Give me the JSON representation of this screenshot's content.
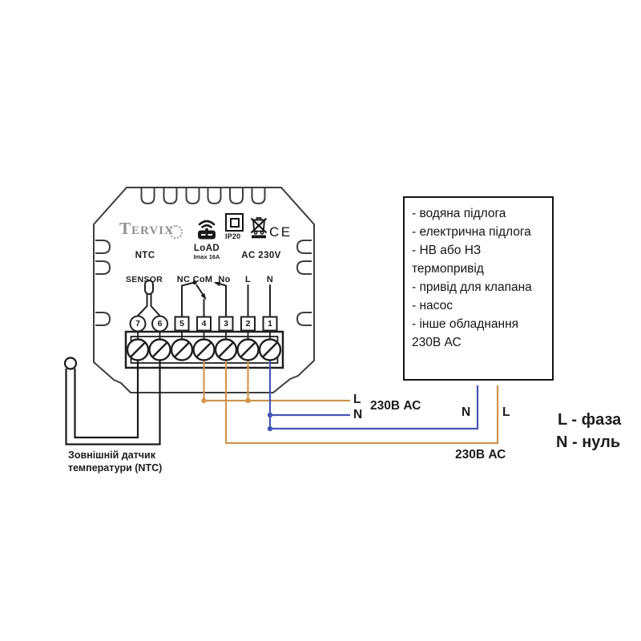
{
  "device": {
    "brand": "Tervix",
    "ip_rating": "IP20",
    "ce_mark": "CE",
    "icons": {
      "ring": "tervix-ring-icon",
      "wifi": "wifi-icon",
      "ip_rating": "ip20-icon",
      "weee": "weee-bin-icon",
      "ce": "ce-mark"
    },
    "section_labels": {
      "ntc": "NTC",
      "load": "LoAD",
      "load_imax": "Imax 16A",
      "ac": "AC 230V"
    },
    "terminal_labels": {
      "sensor": "SENSOR",
      "nc": "NC",
      "com": "CoM",
      "no": "No",
      "l": "L",
      "n": "N"
    },
    "terminal_numbers": [
      "7",
      "6",
      "5",
      "4",
      "3",
      "2",
      "1"
    ]
  },
  "load_box": {
    "lines": [
      "- водяна  підлога",
      "- електрична підлога",
      "- НВ або НЗ",
      "термопривід",
      "- привід для клапана",
      "- насос",
      "- інше обладнання",
      "230В АС"
    ]
  },
  "wiring": {
    "supply": {
      "l_label": "L",
      "n_label": "N",
      "voltage": "230В АС"
    },
    "load": {
      "n_label": "N",
      "l_label": "L",
      "voltage": "230В АС"
    }
  },
  "legend": {
    "phase": "L - фаза",
    "neutral": "N - нуль"
  },
  "sensor_caption": {
    "line1": "Зовнішній датчик",
    "line2": "температури (NTC)"
  },
  "colors": {
    "wire_line": "#D1954F",
    "wire_neutral": "#4456B4",
    "wire_sensor": "#1a1a1a",
    "outline": "#3d3d3d"
  }
}
